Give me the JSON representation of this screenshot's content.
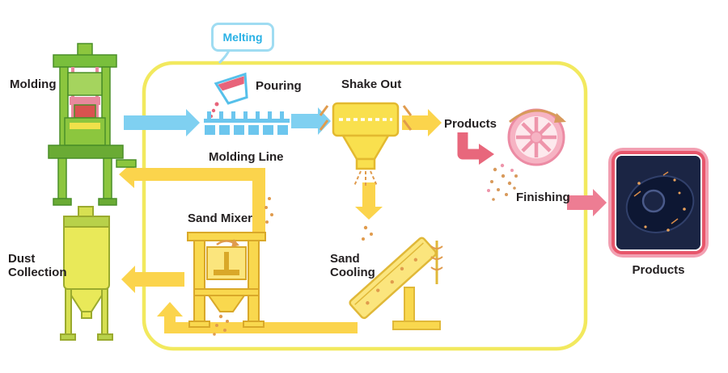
{
  "labels": {
    "molding": "Molding",
    "melting": "Melting",
    "pouring": "Pouring",
    "molding_line": "Molding Line",
    "shake_out": "Shake Out",
    "products_intermediate": "Products",
    "finishing": "Finishing",
    "sand_mixer": "Sand Mixer",
    "sand_cooling": "Sand Cooling",
    "dust_collection": "Dust Collection",
    "products_final": "Products"
  },
  "colors": {
    "process_boundary": "#f2e95e",
    "flow_arrow_yellow": "#fbd44c",
    "flow_arrow_blue": "#7fd0f1",
    "flow_arrow_red": "#e8677c",
    "flow_arrow_pink": "#ed7d93",
    "melting_text": "#29b1e5",
    "melting_border": "#9fdcf2",
    "machine_green": "#8cc63e",
    "machine_yellow": "#f9e04e",
    "finishing_pink": "#f4a7b8",
    "products_frame": "#e8566b",
    "photo_background": "#1b2544",
    "label_text": "#231f20",
    "sand_dots": "#e09b4d"
  },
  "icons": {
    "molding_machine": "molding-machine-icon",
    "pouring_ladle": "pouring-ladle-icon",
    "molding_line_conveyor": "molding-line-icon",
    "shakeout_machine": "shakeout-machine-icon",
    "finishing_wheel": "finishing-wheel-icon",
    "sand_mixer_machine": "sand-mixer-icon",
    "sand_cooling_conveyor": "sand-cooling-icon",
    "dust_collector": "dust-collector-icon",
    "product_casting_photo": "products-photo"
  }
}
